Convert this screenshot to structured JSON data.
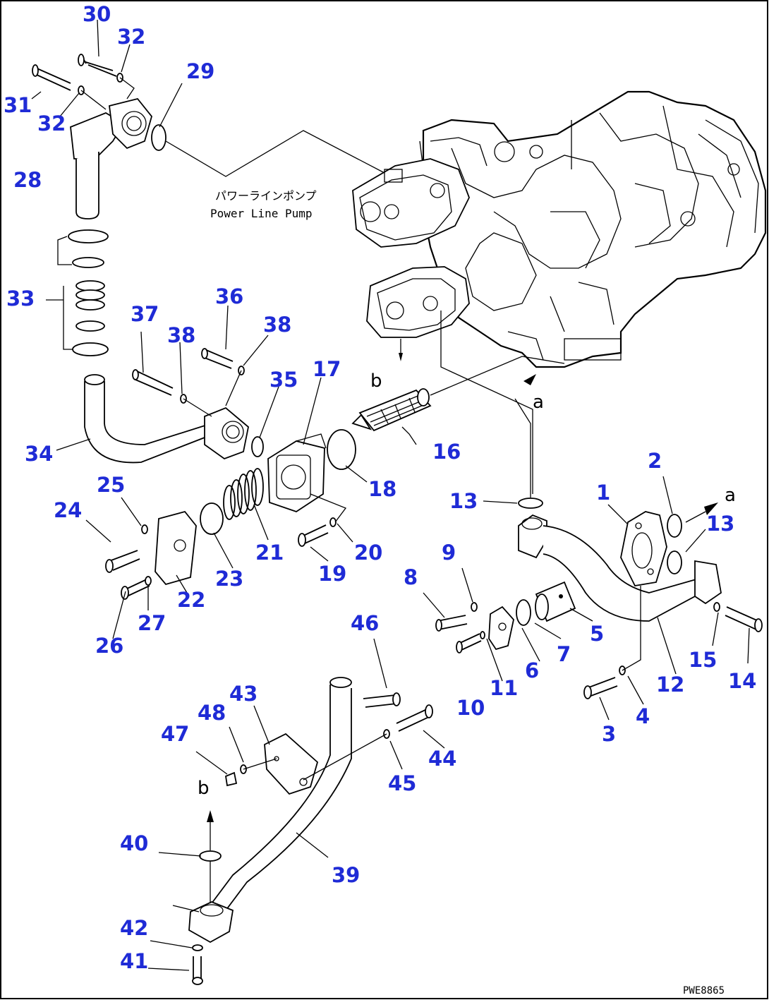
{
  "diagram": {
    "pump_label_jp": "パワーラインポンプ",
    "pump_label_en": "Power Line Pump",
    "drawing_number": "PWE8865",
    "letters": {
      "a": "a",
      "b": "b"
    },
    "callouts": [
      "1",
      "2",
      "3",
      "4",
      "5",
      "6",
      "7",
      "8",
      "9",
      "10",
      "11",
      "12",
      "13",
      "14",
      "15",
      "16",
      "17",
      "18",
      "19",
      "20",
      "21",
      "22",
      "23",
      "24",
      "25",
      "26",
      "27",
      "28",
      "29",
      "30",
      "31",
      "32",
      "33",
      "34",
      "35",
      "36",
      "37",
      "38",
      "39",
      "40",
      "41",
      "42",
      "43",
      "44",
      "45",
      "46",
      "47",
      "48"
    ],
    "callout_color": "#1f2bd6"
  }
}
